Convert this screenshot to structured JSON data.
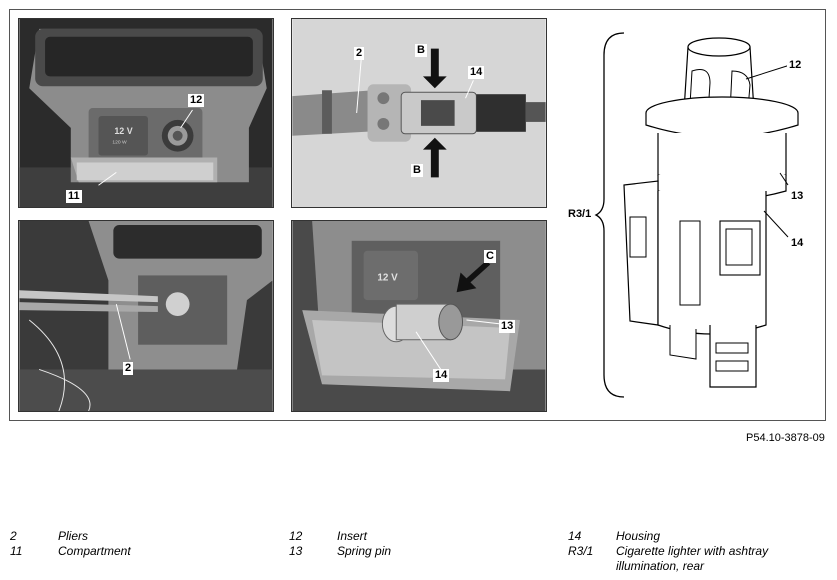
{
  "figure": {
    "code": "P54.10-3878-09",
    "callouts": {
      "tl_12": "12",
      "tl_11": "11",
      "tr_2": "2",
      "tr_14": "14",
      "tr_B_top": "B",
      "tr_B_bottom": "B",
      "bl_2": "2",
      "br_C": "C",
      "br_13": "13",
      "br_14": "14",
      "rd_12": "12",
      "rd_13": "13",
      "rd_14": "14",
      "rd_R31": "R3/1"
    },
    "photo_texts": {
      "socket_12v": "12 V",
      "socket_120w": "120 W"
    }
  },
  "legend": {
    "col1": [
      {
        "num": "2",
        "text": "Pliers"
      },
      {
        "num": "11",
        "text": "Compartment"
      }
    ],
    "col2": [
      {
        "num": "12",
        "text": "Insert"
      },
      {
        "num": "13",
        "text": "Spring pin"
      }
    ],
    "col3": [
      {
        "num": "14",
        "text": "Housing"
      },
      {
        "num": "R3/1",
        "text": "Cigarette lighter with ashtray illumination, rear"
      }
    ]
  }
}
